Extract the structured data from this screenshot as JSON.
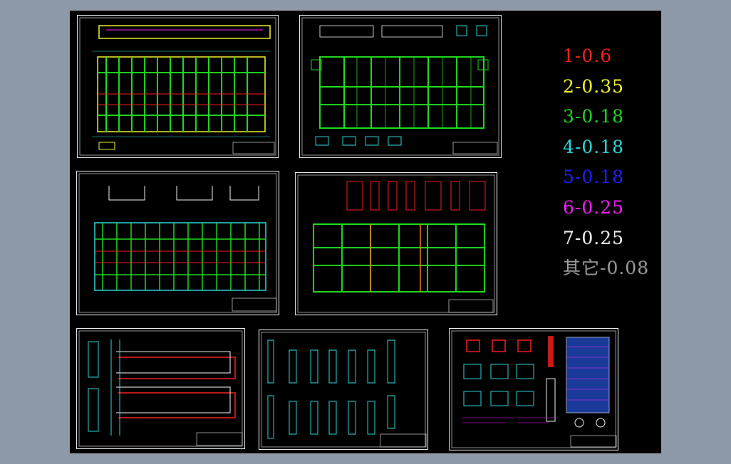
{
  "drawing": {
    "background": "#000000",
    "frame_color": "#ffffff",
    "sheet_count": 7
  },
  "lineweight_legend": [
    {
      "text": "1-0.6",
      "color": "#ff2020"
    },
    {
      "text": "2-0.35",
      "color": "#ffff30"
    },
    {
      "text": "3-0.18",
      "color": "#20e020"
    },
    {
      "text": "4-0.18",
      "color": "#30e0e0"
    },
    {
      "text": "5-0.18",
      "color": "#2020ff"
    },
    {
      "text": "6-0.25",
      "color": "#ff20ff"
    },
    {
      "text": "7-0.25",
      "color": "#ffffff"
    },
    {
      "text": "其它-0.08",
      "color": "#a0a0a0"
    }
  ]
}
